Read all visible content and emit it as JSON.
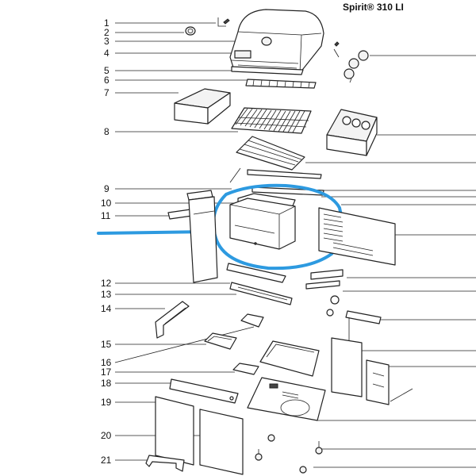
{
  "diagram": {
    "title": "Spirit® 310 LI",
    "callouts": [
      "1",
      "2",
      "3",
      "4",
      "5",
      "6",
      "7",
      "8",
      "9",
      "10",
      "11",
      "12",
      "13",
      "14",
      "15",
      "16",
      "17",
      "18",
      "19",
      "20",
      "21"
    ],
    "highlight_color": "#2d9ae0"
  }
}
